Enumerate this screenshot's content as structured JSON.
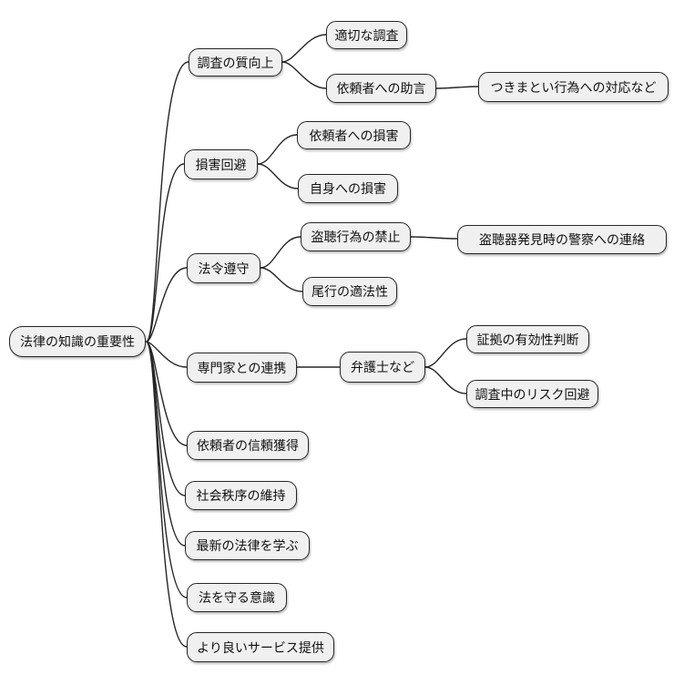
{
  "mindmap": {
    "root": {
      "label": "法律の知識の重要性"
    },
    "branches": [
      {
        "label": "調査の質向上",
        "children": [
          {
            "label": "適切な調査"
          },
          {
            "label": "依頼者への助言",
            "children": [
              {
                "label": "つきまとい行為への対応など"
              }
            ]
          }
        ]
      },
      {
        "label": "損害回避",
        "children": [
          {
            "label": "依頼者への損害"
          },
          {
            "label": "自身への損害"
          }
        ]
      },
      {
        "label": "法令遵守",
        "children": [
          {
            "label": "盗聴行為の禁止",
            "children": [
              {
                "label": "盗聴器発見時の警察への連絡"
              }
            ]
          },
          {
            "label": "尾行の適法性"
          }
        ]
      },
      {
        "label": "専門家との連携",
        "children": [
          {
            "label": "弁護士など",
            "children": [
              {
                "label": "証拠の有効性判断"
              },
              {
                "label": "調査中のリスク回避"
              }
            ]
          }
        ]
      },
      {
        "label": "依頼者の信頼獲得"
      },
      {
        "label": "社会秩序の維持"
      },
      {
        "label": "最新の法律を学ぶ"
      },
      {
        "label": "法を守る意識"
      },
      {
        "label": "より良いサービス提供"
      }
    ]
  },
  "colors": {
    "background": "#ffffff",
    "node_fill": "#f0f0f0",
    "node_border": "#262626",
    "edge": "#262626",
    "text": "#111111"
  }
}
